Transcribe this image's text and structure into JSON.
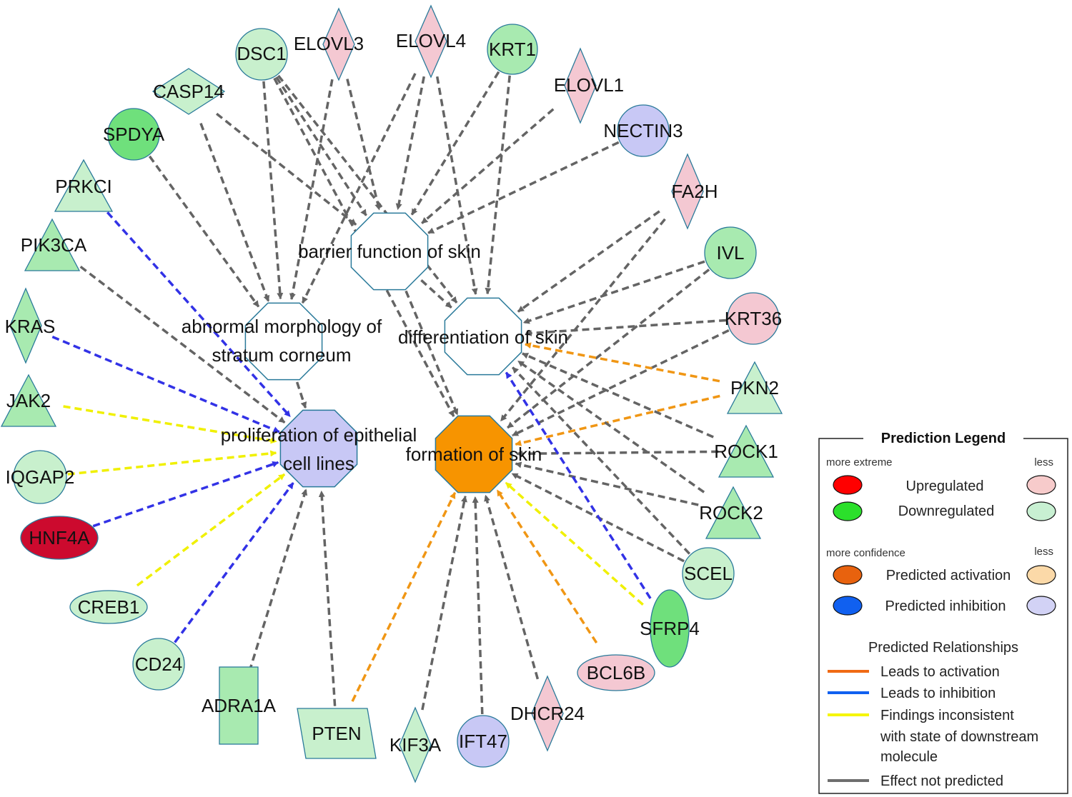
{
  "colors": {
    "edge_gray": "#646464",
    "edge_blue": "#3232e6",
    "edge_yellow": "#f0f000",
    "edge_orange": "#f09614",
    "down_light": "#c8f0cd",
    "down_mid": "#a8eab0",
    "down_strong": "#6fe07c",
    "up_light": "#f4c8d2",
    "up_strong": "#cc0a2e",
    "inhibition_light": "#c8c8f5",
    "activation_strong": "#f79400",
    "node_stroke": "#2a7a9a"
  },
  "functions": {
    "barrier": "barrier function of skin",
    "abnormal_line1": "abnormal morphology of",
    "abnormal_line2": "stratum corneum",
    "differentiation": "differentiation of skin",
    "proliferation_line1": "proliferation of epithelial",
    "proliferation_line2": "cell lines",
    "formation": "formation of skin"
  },
  "molecules": {
    "DSC1": "DSC1",
    "ELOVL3": "ELOVL3",
    "ELOVL4": "ELOVL4",
    "KRT1": "KRT1",
    "ELOVL1": "ELOVL1",
    "NECTIN3": "NECTIN3",
    "CASP14": "CASP14",
    "SPDYA": "SPDYA",
    "FA2H": "FA2H",
    "PRKCI": "PRKCI",
    "PIK3CA": "PIK3CA",
    "IVL": "IVL",
    "KRAS": "KRAS",
    "KRT36": "KRT36",
    "JAK2": "JAK2",
    "PKN2": "PKN2",
    "IQGAP2": "IQGAP2",
    "ROCK1": "ROCK1",
    "HNF4A": "HNF4A",
    "ROCK2": "ROCK2",
    "SCEL": "SCEL",
    "CREB1": "CREB1",
    "SFRP4": "SFRP4",
    "CD24": "CD24",
    "BCL6B": "BCL6B",
    "ADRA1A": "ADRA1A",
    "PTEN": "PTEN",
    "KIF3A": "KIF3A",
    "IFT47": "IFT47",
    "DHCR24": "DHCR24"
  },
  "legend": {
    "title": "Prediction Legend",
    "more_extreme": "more extreme",
    "less": "less",
    "upregulated": "Upregulated",
    "downregulated": "Downregulated",
    "more_confidence": "more confidence",
    "predicted_activation": "Predicted activation",
    "predicted_inhibition": "Predicted inhibition",
    "relationships_title": "Predicted Relationships",
    "leads_activation": "Leads to activation",
    "leads_inhibition": "Leads to inhibition",
    "findings_line1": "Findings inconsistent",
    "findings_line2": "with state of downstream",
    "findings_line3": "molecule",
    "effect_not_predicted": "Effect not predicted",
    "swatch_upregulated": "#ff0000",
    "swatch_upregulated_less": "#f7cbcb",
    "swatch_downregulated": "#2be02b",
    "swatch_downregulated_less": "#c8f0d2",
    "swatch_activation": "#e8620e",
    "swatch_activation_less": "#fbd9a8",
    "swatch_inhibition": "#1060f0",
    "swatch_inhibition_less": "#d2d2f5",
    "line_activation": "#f06a14",
    "line_inhibition": "#1060f0",
    "line_inconsistent": "#f5f500",
    "line_not_predicted": "#6e6e6e"
  }
}
